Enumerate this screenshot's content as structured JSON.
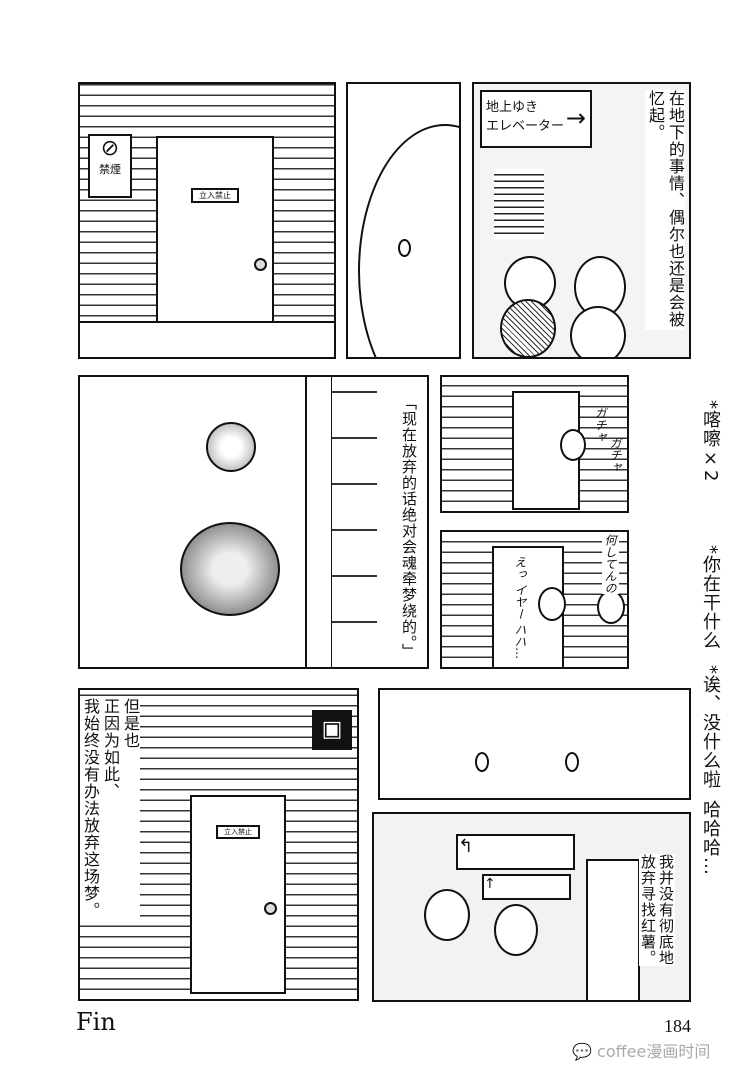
{
  "panels": {
    "p1": {
      "sign_no_smoking": "禁煙",
      "door_sign": "立入禁止"
    },
    "p3": {
      "sign_line1": "地上ゆき",
      "sign_line2": "エレベーター",
      "arrow": "→",
      "caption": "在地下的事情、偶尔也还是会被忆起。"
    },
    "p4": {
      "caption": "「现在放弃的话绝对会魂牵梦绕的。」"
    },
    "p5": {
      "sfx1": "ガチャ",
      "sfx2": "ガチャ"
    },
    "p6": {
      "sfx_left": "えっ イヤー ハハ…",
      "sfx_right": "何してんの"
    },
    "p7": {
      "caption_lines": [
        "但是也",
        "正因为如此、",
        "我始终没有办法放弃这场梦。"
      ],
      "door_sign": "立入禁止"
    },
    "p9": {
      "caption_lines": [
        "我并没有彻底地",
        "放弃寻找红薯。"
      ]
    }
  },
  "side_notes": {
    "n1": "*喀嚓×2",
    "n2": "*你在干什么",
    "n3": "*诶、没什么啦",
    "n4": "哈哈哈…"
  },
  "footer": {
    "fin": "Fin",
    "page_number": "184",
    "watermark": "coffee漫画时间"
  }
}
